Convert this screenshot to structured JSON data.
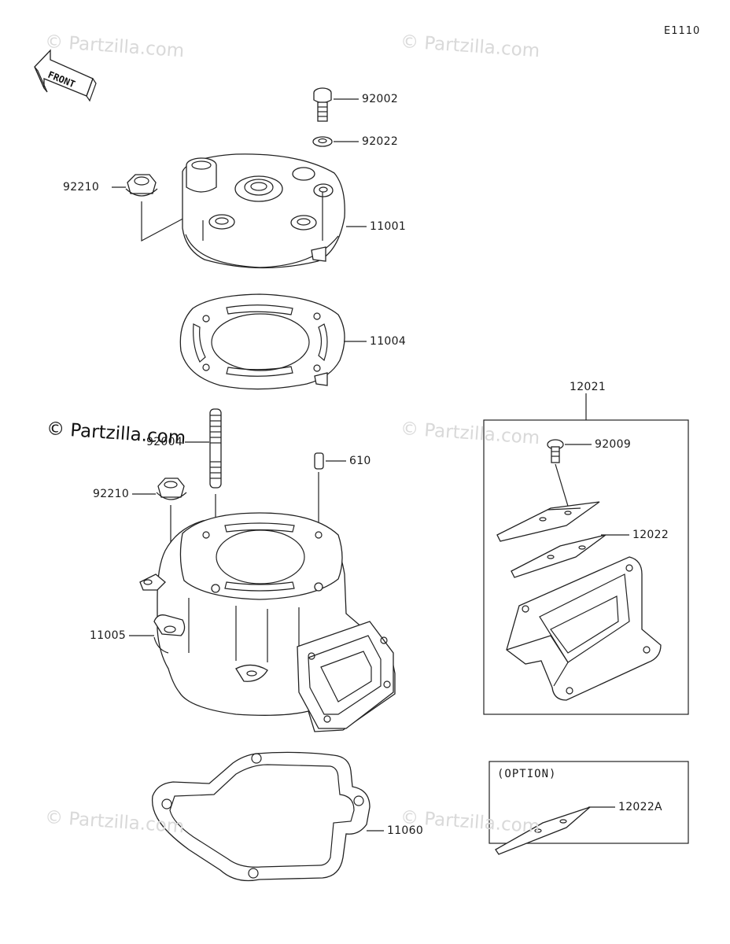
{
  "diagram_code": "E1110",
  "front_label": "FRONT",
  "watermark": "© Partzilla.com",
  "option_label": "(OPTION)",
  "part_labels": {
    "bolt": "92002",
    "washer": "92022",
    "nut_upper": "92210",
    "cylinder_head": "11001",
    "head_gasket": "11004",
    "stud": "92004",
    "dowel_pin": "610",
    "nut_lower": "92210",
    "cylinder": "11005",
    "base_gasket": "11060",
    "reed_valve_assy": "12021",
    "screw": "92009",
    "reed": "12022",
    "reed_option": "12022A"
  }
}
